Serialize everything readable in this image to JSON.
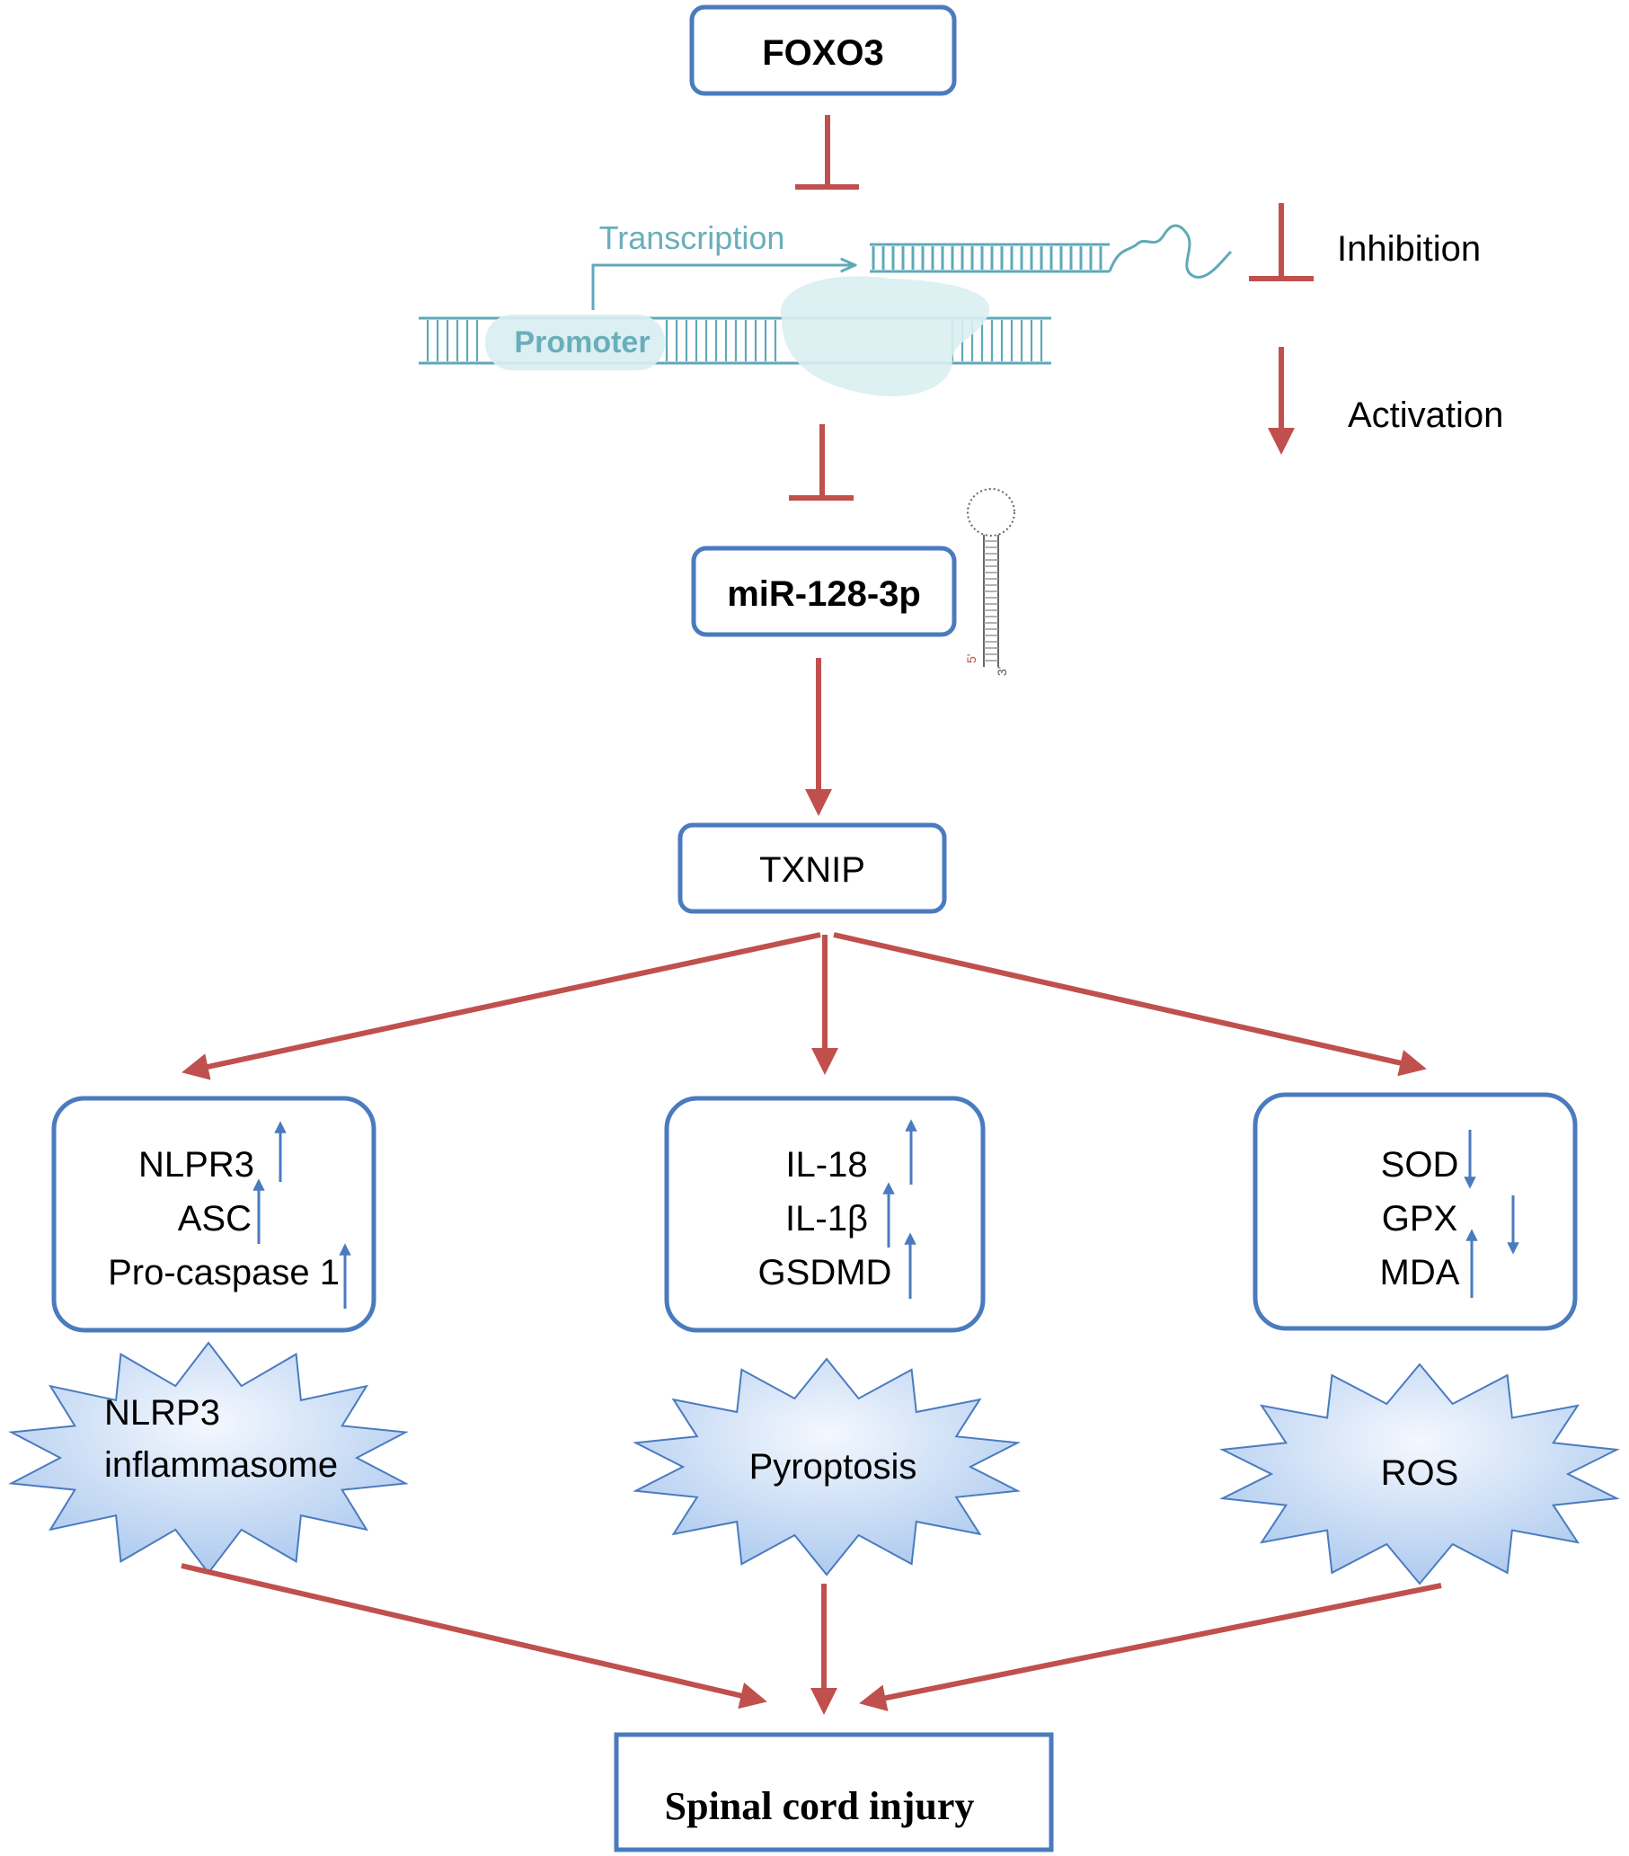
{
  "nodes": {
    "foxo3": "FOXO3",
    "mir": "miR-128-3p",
    "txnip": "TXNIP",
    "sci": "Spinal cord injury"
  },
  "transcription": {
    "transcription_label": "Transcription",
    "promoter_label": "Promoter"
  },
  "hairpin": {
    "five_prime": "5'",
    "three_prime": "3'"
  },
  "legend": {
    "inhibition": "Inhibition",
    "activation": "Activation"
  },
  "boxes": {
    "left": {
      "items": [
        {
          "text": "NLPR3",
          "direction": "up"
        },
        {
          "text": "ASC",
          "direction": "up"
        },
        {
          "text": "Pro-caspase 1",
          "direction": "up"
        }
      ]
    },
    "middle": {
      "items": [
        {
          "text": "IL-18",
          "direction": "up"
        },
        {
          "text": "IL-1β",
          "direction": "up"
        },
        {
          "text": "GSDMD",
          "direction": "up"
        }
      ]
    },
    "right": {
      "items": [
        {
          "text": "SOD",
          "direction": "down"
        },
        {
          "text": "GPX",
          "direction": "down"
        },
        {
          "text": "MDA",
          "direction": "up"
        }
      ]
    }
  },
  "outcomes": {
    "left_line1": "NLRP3",
    "left_line2": "inflammasome",
    "middle": "Pyroptosis",
    "right": "ROS"
  },
  "colors": {
    "box_border": "#4a7bbf",
    "arrow": "#c0504d",
    "indicator_arrow": "#4a7bbf",
    "dna": "#5fa9b8",
    "starburst_light": "#eef4fd",
    "starburst_dark": "#a9c7ee"
  }
}
